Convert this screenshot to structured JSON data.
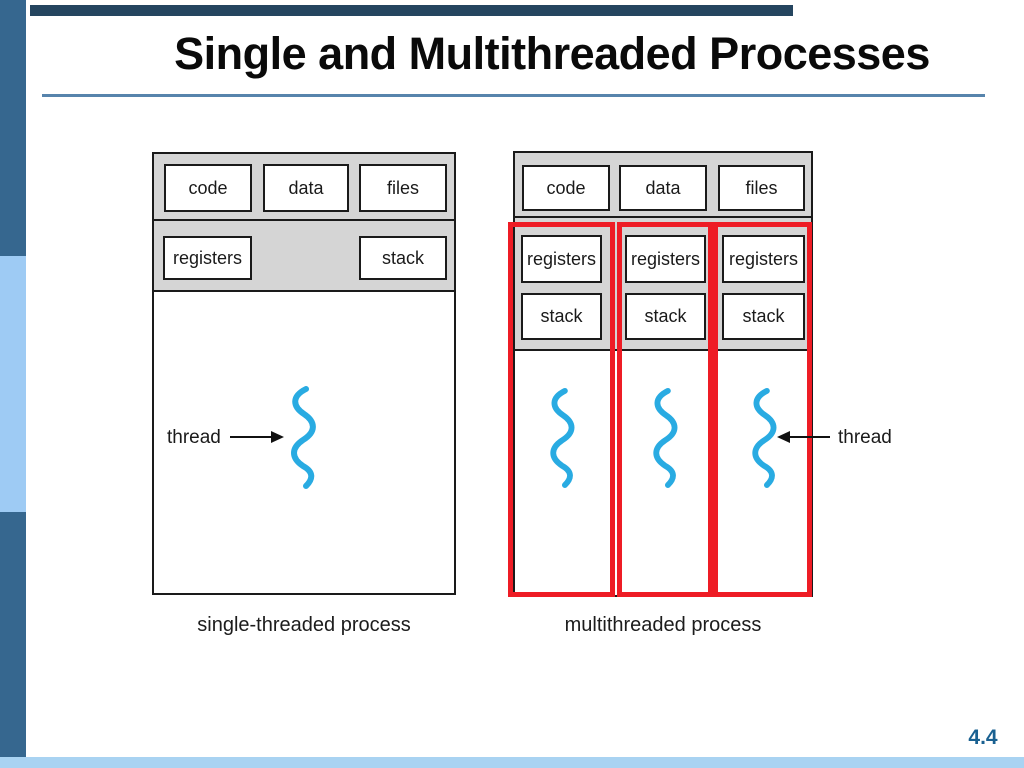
{
  "slide": {
    "title": "Single and Multithreaded Processes",
    "page_number": "4.4"
  },
  "colors": {
    "left_bar_navy": "#36678F",
    "left_bar_light_blue": "#9ECBF4",
    "top_bar_navy": "#25455F",
    "title_underline_blue": "#5784AC",
    "bottom_bar_light_blue": "#A9D3F2",
    "page_number_blue": "#1A6191",
    "diagram_band_gray": "#D5D5D5",
    "thread_squiggle_cyan": "#29ABE2",
    "thread_column_red": "#EE1C25"
  },
  "single_process": {
    "code_label": "code",
    "data_label": "data",
    "files_label": "files",
    "registers_label": "registers",
    "stack_label": "stack",
    "thread_label": "thread",
    "caption": "single-threaded process"
  },
  "multi_process": {
    "code_label": "code",
    "data_label": "data",
    "files_label": "files",
    "columns": [
      {
        "registers_label": "registers",
        "stack_label": "stack"
      },
      {
        "registers_label": "registers",
        "stack_label": "stack"
      },
      {
        "registers_label": "registers",
        "stack_label": "stack"
      }
    ],
    "thread_label": "thread",
    "caption": "multithreaded process"
  }
}
